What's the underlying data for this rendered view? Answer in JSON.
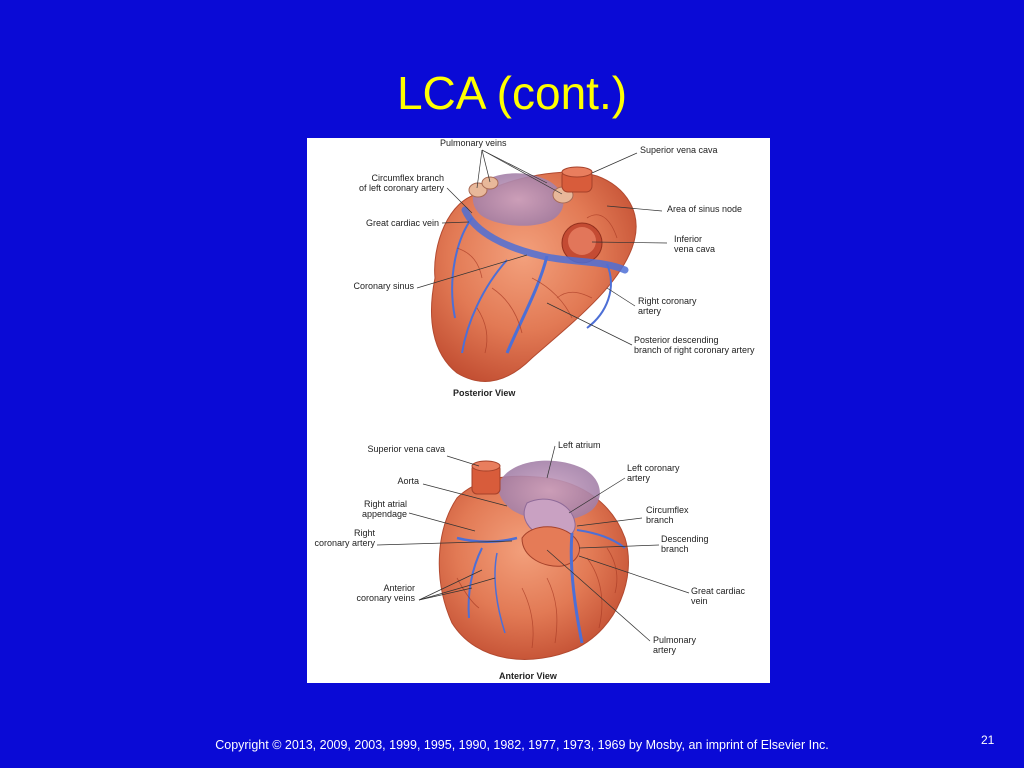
{
  "slide": {
    "title": "LCA (cont.)",
    "copyright": "Copyright © 2013, 2009, 2003, 1999, 1995, 1990, 1982, 1977, 1973, 1969 by Mosby, an imprint of Elsevier Inc.",
    "page_number": "21",
    "background_color": "#0a0ad6",
    "title_color": "#ffff00"
  },
  "posterior": {
    "view_label": "Posterior View",
    "labels": {
      "pulmonary_veins": "Pulmonary veins",
      "superior_vena_cava": "Superior vena cava",
      "circumflex_branch": "Circumflex branch\nof left coronary artery",
      "area_sinus_node": "Area of sinus node",
      "great_cardiac_vein": "Great cardiac vein",
      "inferior_vena_cava": "Inferior\nvena cava",
      "coronary_sinus": "Coronary sinus",
      "right_coronary_artery": "Right coronary\nartery",
      "posterior_descending": "Posterior descending\nbranch of right coronary artery"
    }
  },
  "anterior": {
    "view_label": "Anterior View",
    "labels": {
      "superior_vena_cava": "Superior vena cava",
      "left_atrium": "Left atrium",
      "aorta": "Aorta",
      "left_coronary_artery": "Left coronary\nartery",
      "right_atrial_appendage": "Right atrial\nappendage",
      "circumflex_branch": "Circumflex\nbranch",
      "right_coronary_artery": "Right\ncoronary artery",
      "descending_branch": "Descending\nbranch",
      "anterior_coronary_veins": "Anterior\ncoronary veins",
      "great_cardiac_vein": "Great cardiac\nvein",
      "pulmonary_artery": "Pulmonary\nartery"
    }
  }
}
